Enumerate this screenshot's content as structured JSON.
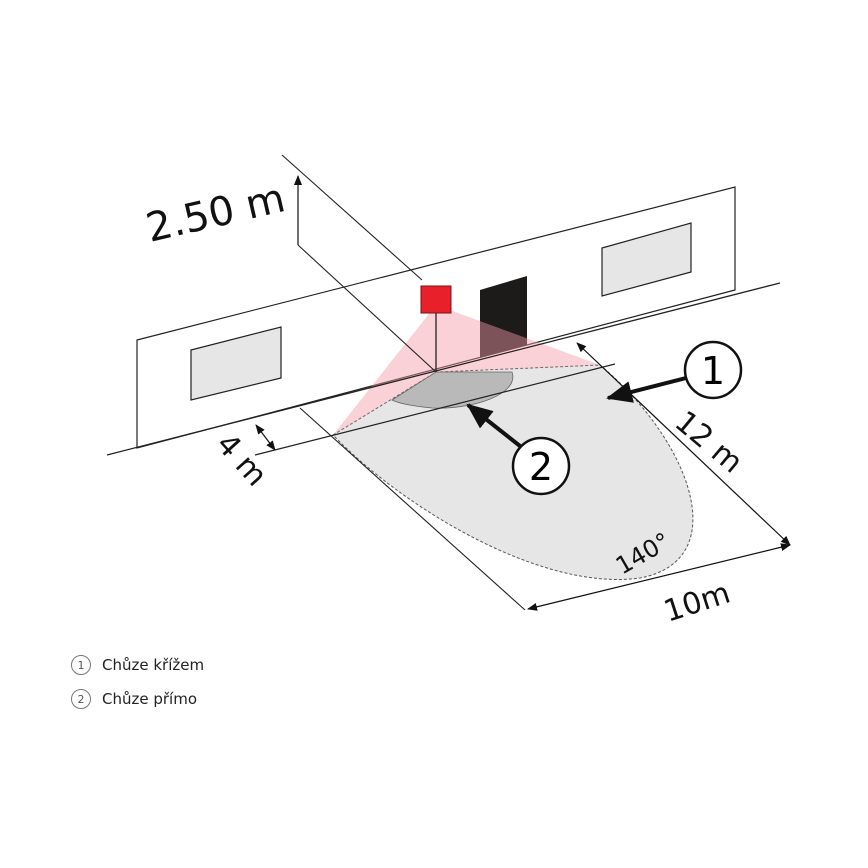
{
  "diagram": {
    "height_label": "2.50 m",
    "distance_label": "4 m",
    "length_label": "12 m",
    "width_label": "10m",
    "angle_label": "140°",
    "callout_1": "1",
    "callout_2": "2",
    "colors": {
      "sensor": "#e8202a",
      "cone": "#f6c8cc",
      "zone": "#e6e6e6",
      "near_zone": "#b9b9b9",
      "door": "#1d1a1a"
    }
  },
  "legend": [
    {
      "num": "1",
      "label": "Chůze křížem"
    },
    {
      "num": "2",
      "label": "Chůze přímo"
    }
  ]
}
